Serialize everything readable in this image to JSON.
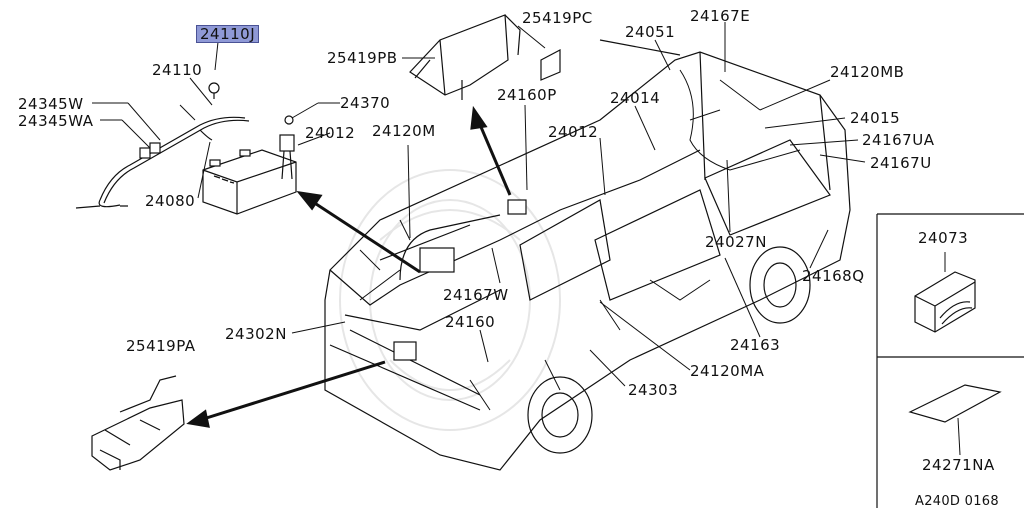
{
  "diagram": {
    "highlighted_part": "24110J",
    "reference_code": "A240D 0168",
    "labels": {
      "p24110J": "24110J",
      "p24110": "24110",
      "p24345W": "24345W",
      "p24345WA": "24345WA",
      "p24080": "24080",
      "p24370": "24370",
      "p24012a": "24012",
      "p25419PB": "25419PB",
      "p25419PC": "25419PC",
      "p24160P": "24160P",
      "p24051": "24051",
      "p24167E": "24167E",
      "p24120MB": "24120MB",
      "p24014": "24014",
      "p24015": "24015",
      "p24167UA": "24167UA",
      "p24167U": "24167U",
      "p24120M": "24120M",
      "p24012b": "24012",
      "p24027N": "24027N",
      "p24168Q": "24168Q",
      "p24167W": "24167W",
      "p24160": "24160",
      "p24302N": "24302N",
      "p25419PA": "25419PA",
      "p24163": "24163",
      "p24120MA": "24120MA",
      "p24303": "24303",
      "p24073": "24073",
      "p24271NA": "24271NA"
    }
  }
}
